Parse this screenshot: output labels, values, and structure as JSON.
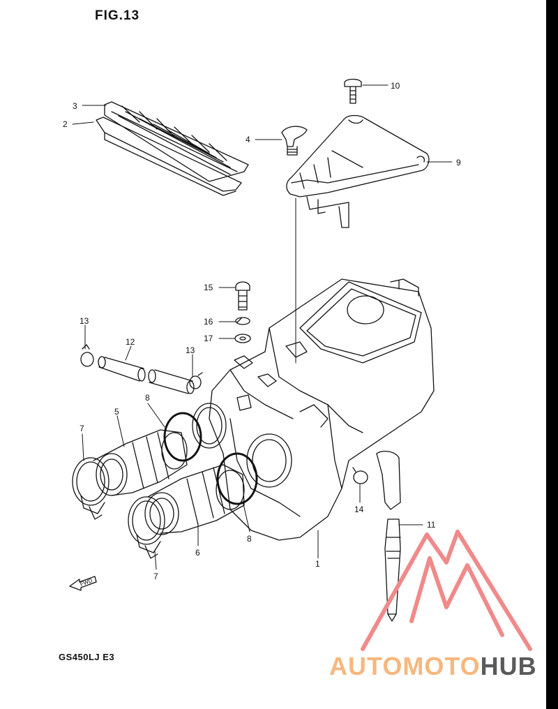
{
  "figure": {
    "title": "FIG.13",
    "model": "GS450LJ E3"
  },
  "callouts": [
    "1",
    "2",
    "3",
    "4",
    "5",
    "6",
    "7",
    "7",
    "8",
    "8",
    "9",
    "10",
    "11",
    "12",
    "13",
    "13",
    "14",
    "15",
    "16",
    "17"
  ],
  "watermark": {
    "part_a": "AUTOMOTO",
    "part_b": "HUB",
    "color_a": "#f6b77e",
    "color_b": "#5a5a5a",
    "logo_color": "#f08a8a"
  },
  "colors": {
    "line": "#111111",
    "background": "#ffffff"
  }
}
